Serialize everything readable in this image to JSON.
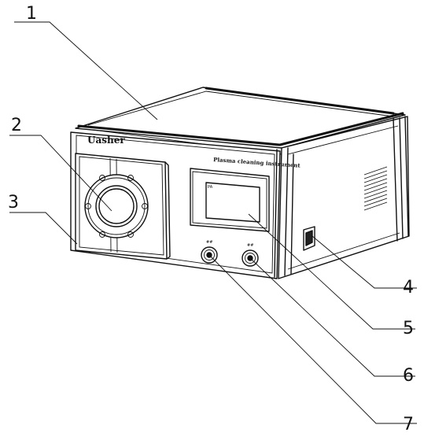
{
  "device": {
    "brand": "Uasher",
    "model_text": "Plasma cleaning instrument",
    "screen_text": "PA"
  },
  "callouts": [
    {
      "label": "1",
      "target": "top-cover"
    },
    {
      "label": "2",
      "target": "viewing-window"
    },
    {
      "label": "3",
      "target": "front-panel-door"
    },
    {
      "label": "4",
      "target": "power-switch"
    },
    {
      "label": "5",
      "target": "display-screen"
    },
    {
      "label": "6",
      "target": "right-knob"
    },
    {
      "label": "7",
      "target": "left-knob"
    }
  ]
}
